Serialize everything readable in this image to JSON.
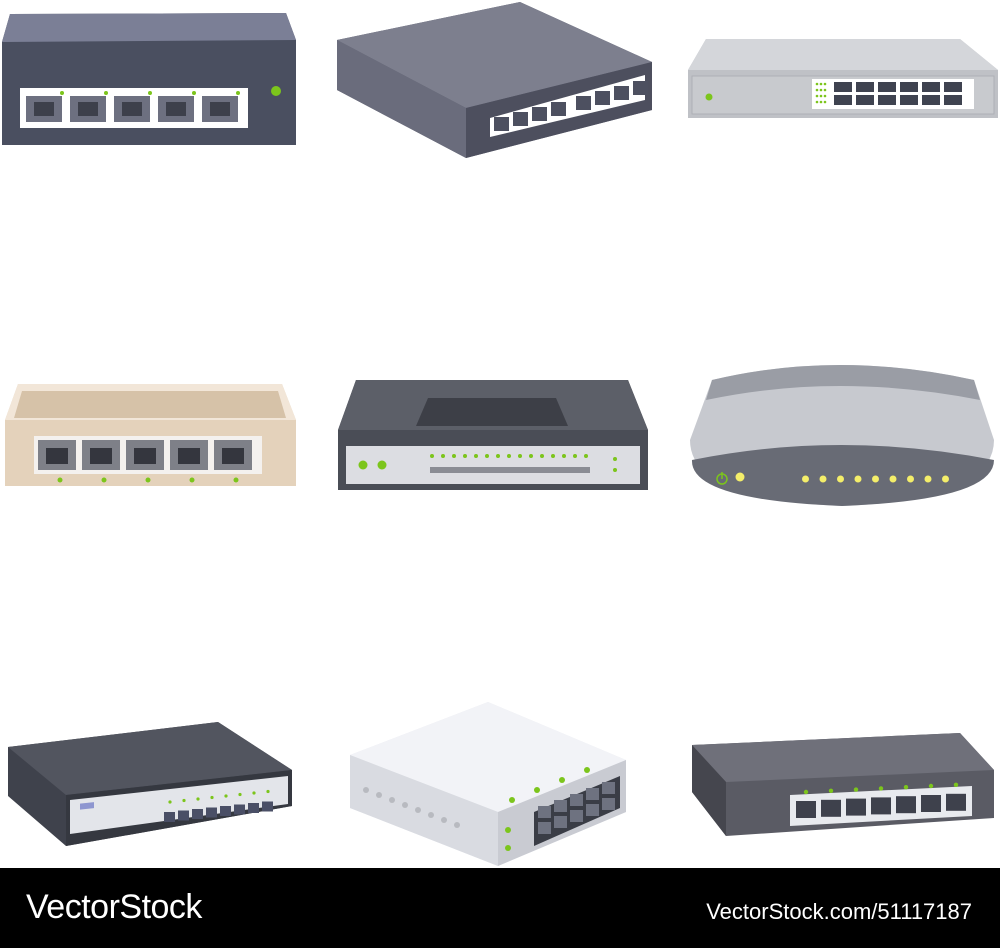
{
  "devices": [
    {
      "id": "switch-5port-dark",
      "ports": 5
    },
    {
      "id": "switch-8port-angled",
      "ports": 8
    },
    {
      "id": "switch-12port-rack",
      "ports": 12
    },
    {
      "id": "switch-5port-beige",
      "ports": 5
    },
    {
      "id": "hub-led-panel",
      "leds": 16
    },
    {
      "id": "router-rounded",
      "leds": 10
    },
    {
      "id": "switch-8port-wifi",
      "ports": 8
    },
    {
      "id": "switch-white-3d",
      "ports": 10
    },
    {
      "id": "switch-7port-gray",
      "ports": 7
    }
  ],
  "colors": {
    "accent_green": "#7cc51c",
    "led_yellow": "#f4ee6a",
    "dark_body": "#4a4e5e",
    "port_panel": "#e9ebef"
  },
  "footer": {
    "brand": "VectorStock",
    "url": "VectorStock.com/51117187"
  }
}
